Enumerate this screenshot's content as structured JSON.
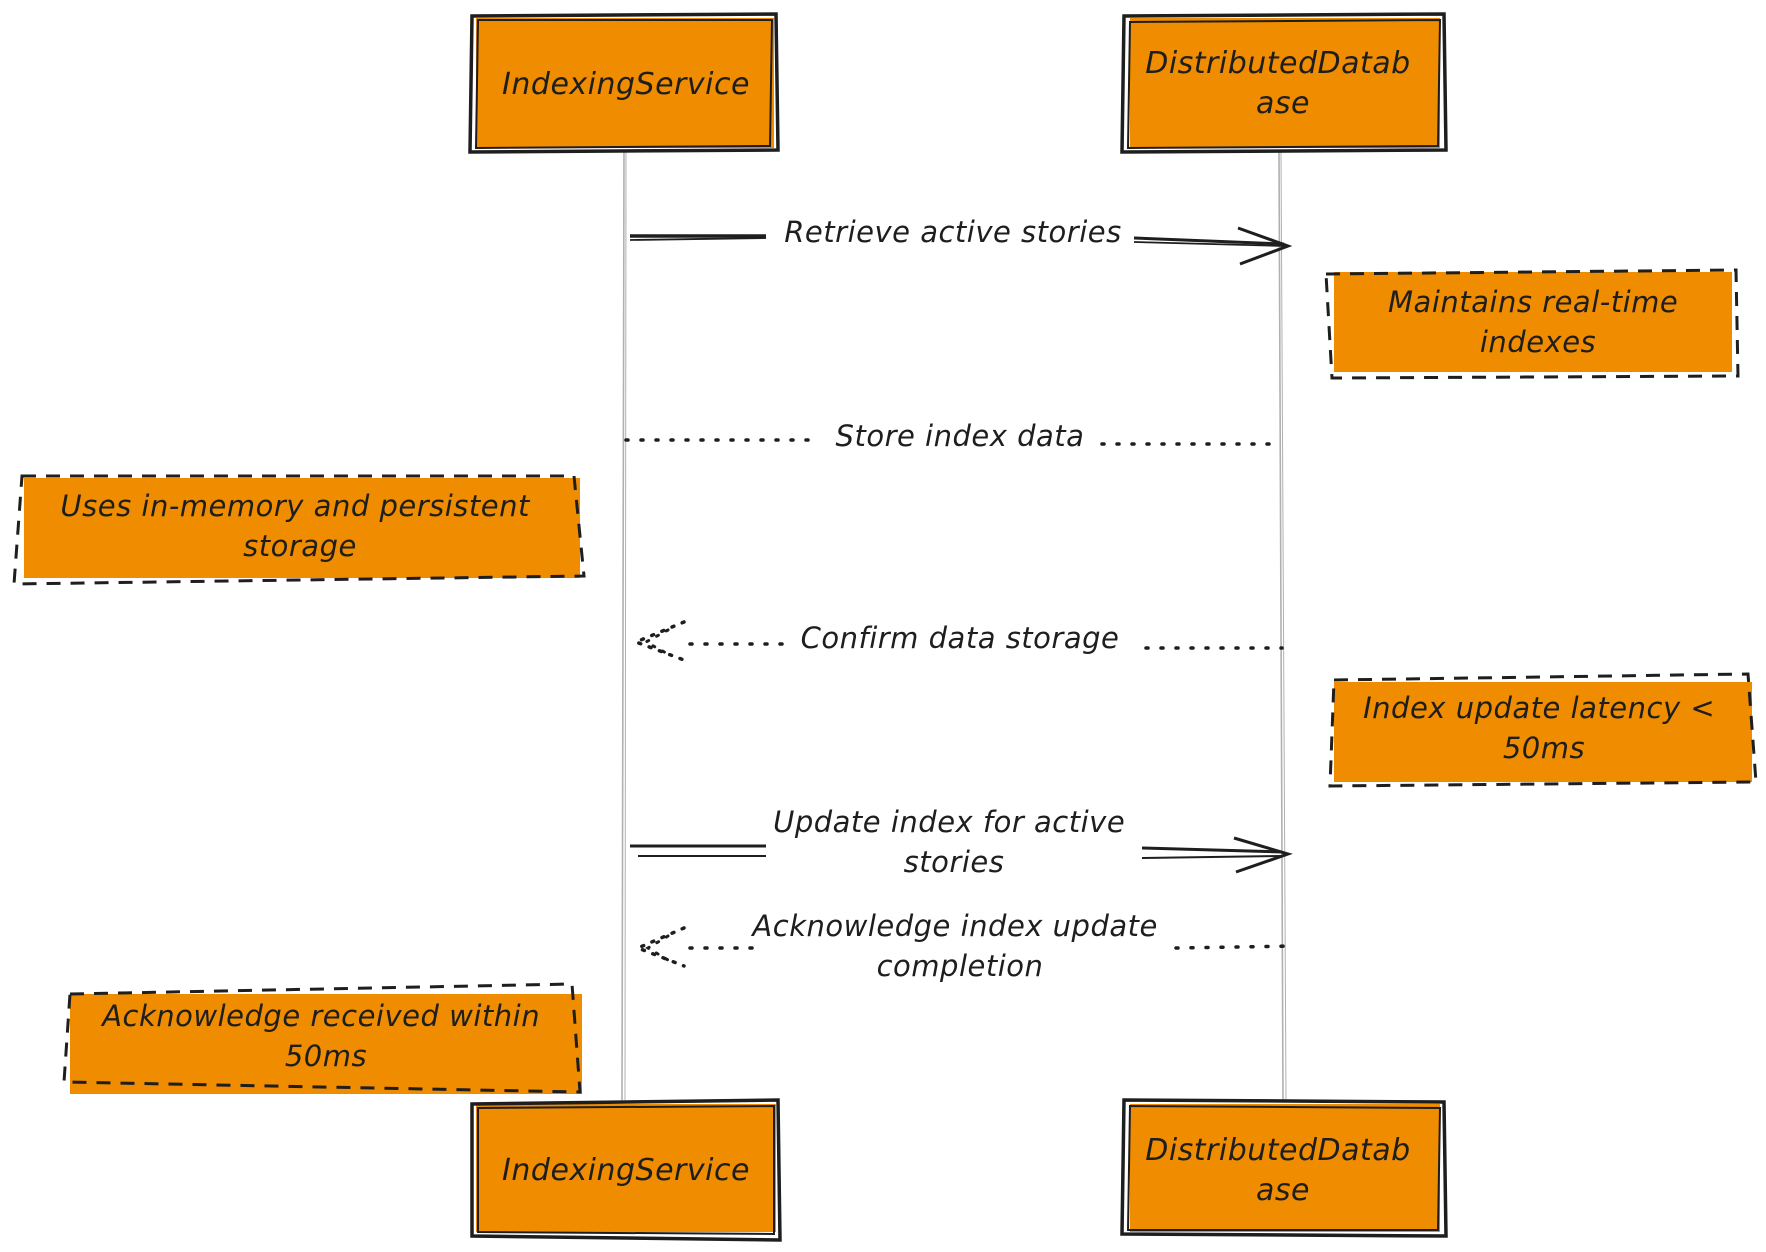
{
  "colors": {
    "box_fill": "#f08c00",
    "stroke": "#1e1e1e",
    "lifeline": "#b0b0b0",
    "background": "#ffffff"
  },
  "actors": {
    "indexing_service": {
      "top_label": [
        "IndexingService"
      ],
      "bottom_label": [
        "IndexingService"
      ]
    },
    "distributed_database": {
      "top_label": [
        "DistributedDatab",
        "ase"
      ],
      "bottom_label": [
        "DistributedDatab",
        "ase"
      ]
    }
  },
  "messages": [
    {
      "id": "msg-1",
      "from": "IndexingService",
      "to": "DistributedDatabase",
      "style": "solid-open-arrow",
      "label": [
        "Retrieve active stories"
      ]
    },
    {
      "id": "msg-2",
      "from": "IndexingService",
      "to": "DistributedDatabase",
      "style": "dotted-no-arrow",
      "label": [
        "Store index data"
      ]
    },
    {
      "id": "msg-3",
      "from": "DistributedDatabase",
      "to": "IndexingService",
      "style": "dotted-open-arrow",
      "label": [
        "Confirm data storage"
      ]
    },
    {
      "id": "msg-4",
      "from": "IndexingService",
      "to": "DistributedDatabase",
      "style": "solid-open-arrow",
      "label": [
        "Update index for active",
        "stories"
      ]
    },
    {
      "id": "msg-5",
      "from": "DistributedDatabase",
      "to": "IndexingService",
      "style": "dotted-open-arrow",
      "label": [
        "Acknowledge index update",
        "completion"
      ]
    }
  ],
  "notes": [
    {
      "id": "note-1",
      "over": "DistributedDatabase",
      "label": [
        "Maintains real-time",
        "indexes"
      ]
    },
    {
      "id": "note-2",
      "over": "IndexingService",
      "label": [
        "Uses in-memory and persistent",
        "storage"
      ]
    },
    {
      "id": "note-3",
      "over": "DistributedDatabase",
      "label": [
        "Index update latency <",
        "50ms"
      ]
    },
    {
      "id": "note-4",
      "over": "IndexingService",
      "label": [
        "Acknowledge received within",
        "50ms"
      ]
    }
  ]
}
